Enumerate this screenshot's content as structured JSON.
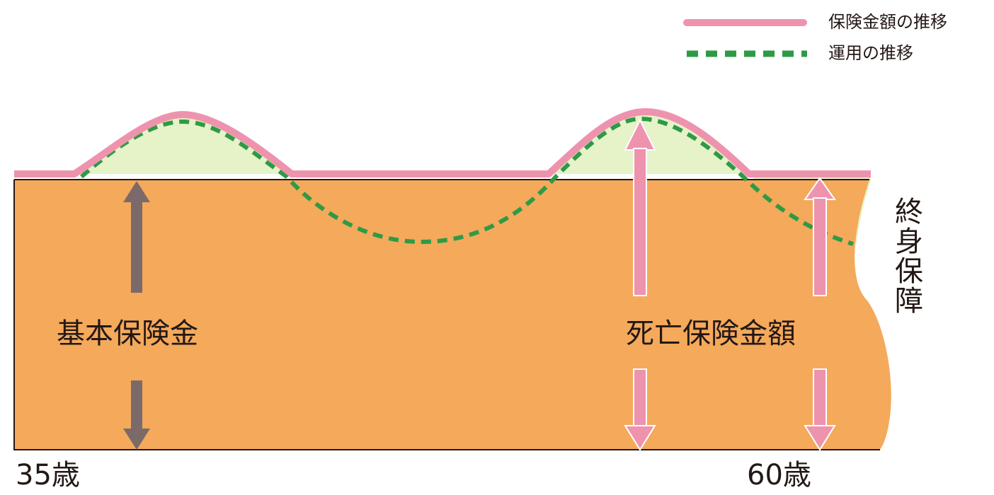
{
  "legend": {
    "items": [
      {
        "label": "保険金額の推移",
        "color": "#ee93ae",
        "style": "solid"
      },
      {
        "label": "運用の推移",
        "color": "#2f9a45",
        "style": "dashed"
      }
    ]
  },
  "labels": {
    "base_amount": "基本保険金",
    "death_benefit": "死亡保険金額",
    "lifetime": "終身保障",
    "start_age": "35歳",
    "end_age": "60歳"
  },
  "colors": {
    "base_fill": "#f4a95b",
    "excess_fill": "#e6f2c8",
    "gray_arrow": "#7c6a6a",
    "pink_arrow": "#ee93ae",
    "outline": "#231815"
  }
}
